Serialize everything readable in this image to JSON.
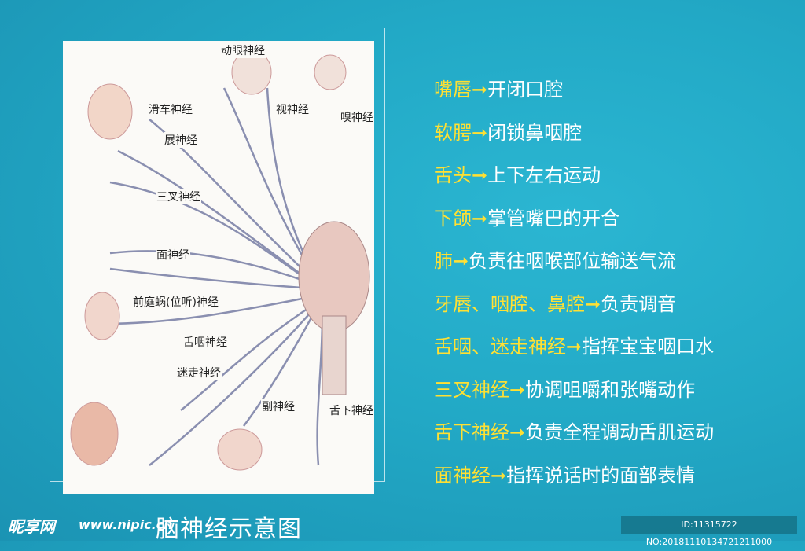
{
  "diagram": {
    "labels": {
      "oculomotor": "动眼神经",
      "optic": "视神经",
      "olfactory": "嗅神经",
      "trochlear": "滑车神经",
      "abducens": "展神经",
      "trigeminal": "三叉神经",
      "facial": "面神经",
      "vestibulocochlear": "前庭蜗(位听)神经",
      "glossopharyngeal": "舌咽神经",
      "vagus": "迷走神经",
      "accessory": "副神经",
      "hypoglossal": "舌下神经"
    }
  },
  "list": [
    {
      "key": "嘴唇",
      "arrow": "➞",
      "value": "开闭口腔"
    },
    {
      "key": "软腭",
      "arrow": "➞",
      "value": "闭锁鼻咽腔"
    },
    {
      "key": "舌头",
      "arrow": "➞",
      "value": "上下左右运动"
    },
    {
      "key": "下颌",
      "arrow": "➞",
      "value": "掌管嘴巴的开合"
    },
    {
      "key": "肺",
      "arrow": "➞",
      "value": "负责往咽喉部位输送气流"
    },
    {
      "key": "牙唇、咽腔、鼻腔",
      "arrow": "➞",
      "value": "负责调音"
    },
    {
      "key": "舌咽、迷走神经",
      "arrow": "➞",
      "value": "指挥宝宝咽口水"
    },
    {
      "key": "三叉神经",
      "arrow": "➞",
      "value": "协调咀嚼和张嘴动作"
    },
    {
      "key": "舌下神经",
      "arrow": "➞",
      "value": "负责全程调动舌肌运动"
    },
    {
      "key": "面神经",
      "arrow": "➞",
      "value": "指挥说话时的面部表情"
    }
  ],
  "title": "脑神经示意图",
  "watermark": {
    "logo": "昵享网",
    "url": "www.nipic.cn"
  },
  "image_id": "ID:11315722 NO:20181110134721211000",
  "colors": {
    "background": "#22a9c6",
    "key": "#ffe033",
    "value": "#ffffff"
  }
}
